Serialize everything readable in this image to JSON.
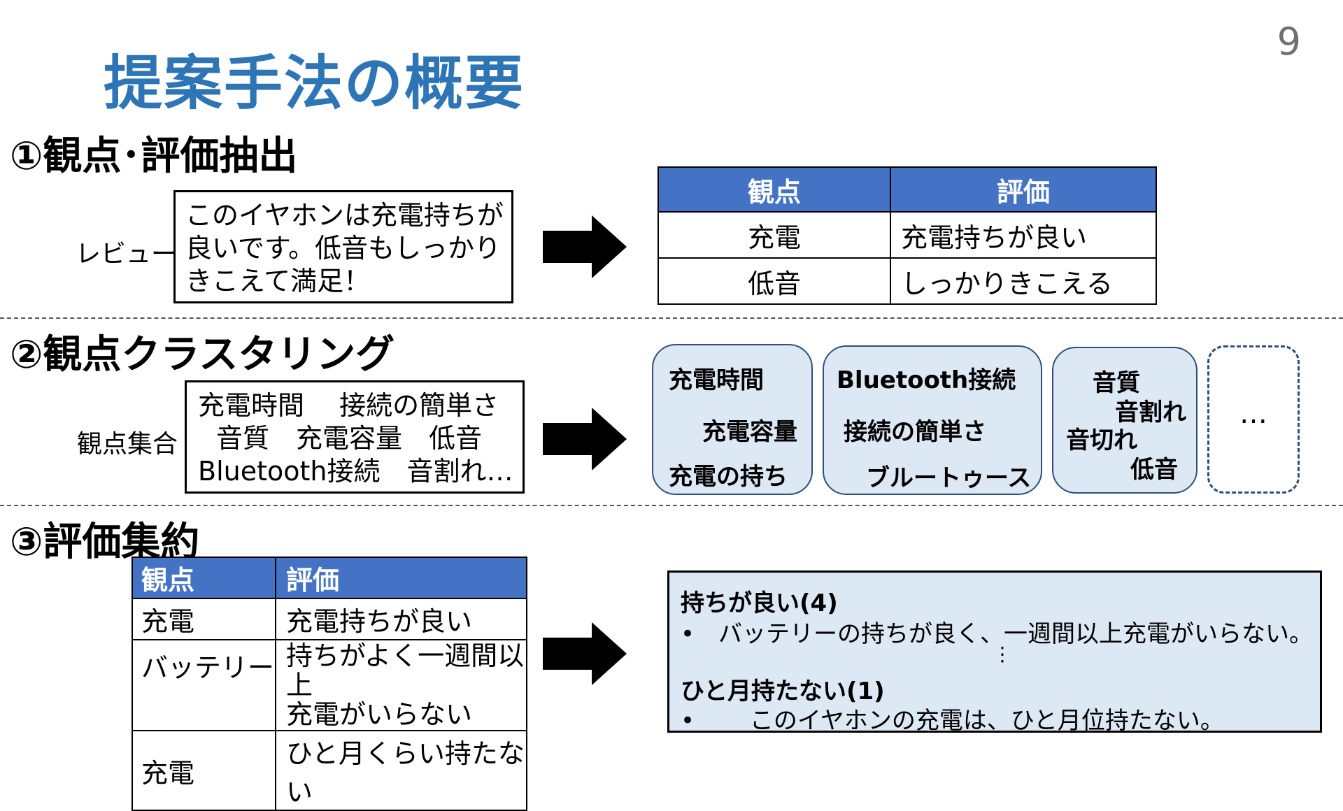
{
  "slide": {
    "title": "提案手法の概要",
    "page_number": "9"
  },
  "sec1": {
    "heading": "①観点･評価抽出",
    "review_label": "レビュー",
    "review_lines": [
      "このイヤホンは充電持ちが",
      "良いです。低音もしっかり",
      "きこえて満足！"
    ],
    "table": {
      "headers": [
        "観点",
        "評価"
      ],
      "rows": [
        [
          "充電",
          "充電持ちが良い"
        ],
        [
          "低音",
          "しっかりきこえる"
        ]
      ]
    }
  },
  "sec2": {
    "heading": "②観点クラスタリング",
    "set_label": "観点集合",
    "set_lines": [
      "充電時間　 接続の簡単さ",
      "音質　充電容量　低音",
      "Bluetooth接続　音割れ…"
    ],
    "clusters": [
      [
        "充電時間",
        "充電容量",
        "充電の持ち"
      ],
      [
        "Bluetooth接続",
        "接続の簡単さ",
        "ブルートゥース"
      ],
      [
        "音質",
        "音割れ",
        "音切れ",
        "低音"
      ]
    ],
    "more": "…"
  },
  "sec3": {
    "heading": "③評価集約",
    "table": {
      "headers": [
        "観点",
        "評価"
      ],
      "rows": [
        [
          "充電",
          "充電持ちが良い"
        ],
        [
          "バッテリー",
          "持ちがよく一週間以上\n充電がいらない"
        ],
        [
          "充電",
          "ひと月くらい持たない"
        ]
      ]
    },
    "summary": {
      "group1_title": "持ちが良い(4)",
      "group1_item": "•　バッテリーの持ちが良く、一週間以上充電がいらない。",
      "vdots": "⋮",
      "group2_title": "ひと月持たない(1)",
      "group2_item": "•　　 このイヤホンの充電は、ひと月位持たない。"
    }
  },
  "colors": {
    "title": "#2e75b6",
    "table_header": "#4472c4",
    "cluster_fill": "#dde8f5",
    "cluster_border": "#2f4f7a"
  }
}
